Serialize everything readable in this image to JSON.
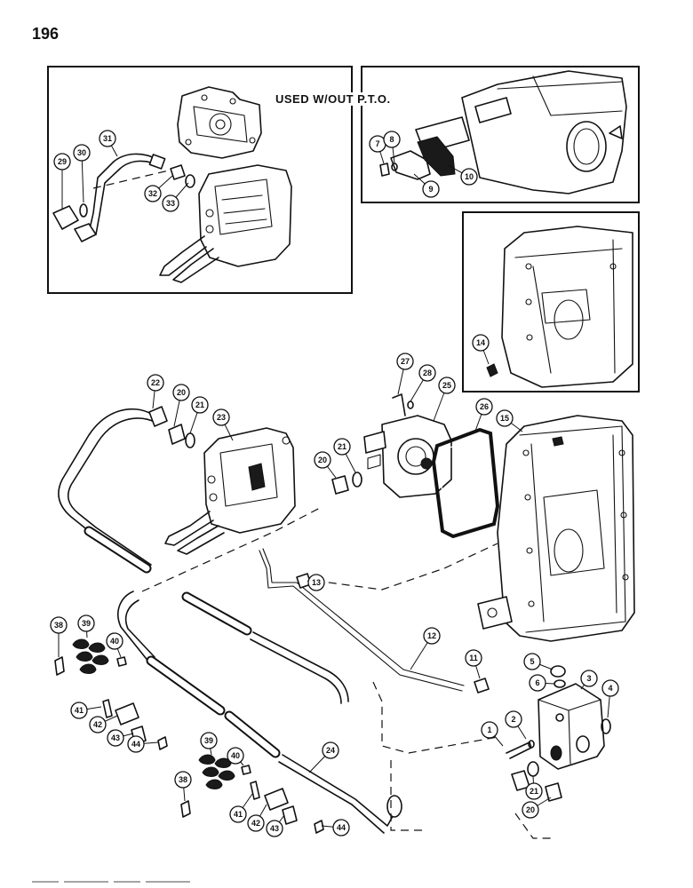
{
  "page_number": "196",
  "inset_note": "USED W/OUT P.T.O.",
  "callouts": [
    {
      "id": "c31",
      "label": "31"
    },
    {
      "id": "c30",
      "label": "30"
    },
    {
      "id": "c29",
      "label": "29"
    },
    {
      "id": "c32",
      "label": "32"
    },
    {
      "id": "c33",
      "label": "33"
    },
    {
      "id": "c7",
      "label": "7"
    },
    {
      "id": "c8",
      "label": "8"
    },
    {
      "id": "c9",
      "label": "9"
    },
    {
      "id": "c10",
      "label": "10"
    },
    {
      "id": "c14",
      "label": "14"
    },
    {
      "id": "c22",
      "label": "22"
    },
    {
      "id": "c20a",
      "label": "20"
    },
    {
      "id": "c21a",
      "label": "21"
    },
    {
      "id": "c23",
      "label": "23"
    },
    {
      "id": "c27",
      "label": "27"
    },
    {
      "id": "c28",
      "label": "28"
    },
    {
      "id": "c25",
      "label": "25"
    },
    {
      "id": "c26",
      "label": "26"
    },
    {
      "id": "c15",
      "label": "15"
    },
    {
      "id": "c20b",
      "label": "20"
    },
    {
      "id": "c21b",
      "label": "21"
    },
    {
      "id": "c13",
      "label": "13"
    },
    {
      "id": "c12",
      "label": "12"
    },
    {
      "id": "c11",
      "label": "11"
    },
    {
      "id": "c5",
      "label": "5"
    },
    {
      "id": "c6",
      "label": "6"
    },
    {
      "id": "c3",
      "label": "3"
    },
    {
      "id": "c4",
      "label": "4"
    },
    {
      "id": "c2",
      "label": "2"
    },
    {
      "id": "c1",
      "label": "1"
    },
    {
      "id": "c21c",
      "label": "21"
    },
    {
      "id": "c20c",
      "label": "20"
    },
    {
      "id": "c38a",
      "label": "38"
    },
    {
      "id": "c39a",
      "label": "39"
    },
    {
      "id": "c40a",
      "label": "40"
    },
    {
      "id": "c41a",
      "label": "41"
    },
    {
      "id": "c42a",
      "label": "42"
    },
    {
      "id": "c43a",
      "label": "43"
    },
    {
      "id": "c44a",
      "label": "44"
    },
    {
      "id": "c24",
      "label": "24"
    },
    {
      "id": "c39b",
      "label": "39"
    },
    {
      "id": "c40b",
      "label": "40"
    },
    {
      "id": "c38b",
      "label": "38"
    },
    {
      "id": "c41b",
      "label": "41"
    },
    {
      "id": "c42b",
      "label": "42"
    },
    {
      "id": "c43b",
      "label": "43"
    },
    {
      "id": "c44b",
      "label": "44"
    }
  ]
}
